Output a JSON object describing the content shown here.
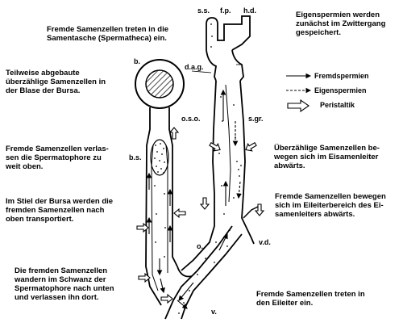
{
  "annotations": {
    "top_left": [
      "Fremde Samenzellen treten in die",
      "Samentasche (Spermatheca) ein."
    ],
    "top_right": [
      "Eigenspermien werden",
      "zunächst im Zwittergang",
      "gespeichert."
    ],
    "left_1": [
      "Teilweise abgebaute",
      "überzählige Samenzellen in",
      "der Blase der Bursa."
    ],
    "left_2": [
      "Fremde Samenzellen verlas-",
      "sen die Spermatophore zu",
      "weit oben."
    ],
    "left_3": [
      "Im Stiel der Bursa werden die",
      "fremden Samenzellen nach",
      "oben transportiert."
    ],
    "left_4": [
      "Die fremden Samenzellen",
      "wandern im Schwanz der",
      "Spermatophore nach unten",
      "und verlassen ihn dort."
    ],
    "right_1": [
      "Überzählige Samenzellen be-",
      "wegen sich im Eisamenleiter",
      "abwärts."
    ],
    "right_2": [
      "Fremde Samenzellen bewegen",
      "sich im Eileiterbereich des Ei-",
      "samenleiters abwärts."
    ],
    "bottom_right": [
      "Fremde Samenzellen treten in",
      "den Eileiter ein."
    ]
  },
  "labels": {
    "ss": "s.s.",
    "fp": "f.p.",
    "hd": "h.d.",
    "b": "b.",
    "dag": "d.a.g.",
    "oso": "o.s.o.",
    "sgr": "s.gr.",
    "bs": "b.s.",
    "o": "o.",
    "vd": "v.d.",
    "v": "v."
  },
  "legend": {
    "fremdspermien": "Fremdspermien",
    "eigenspermien": "Eigenspermien",
    "peristaltik": "Peristaltik"
  }
}
